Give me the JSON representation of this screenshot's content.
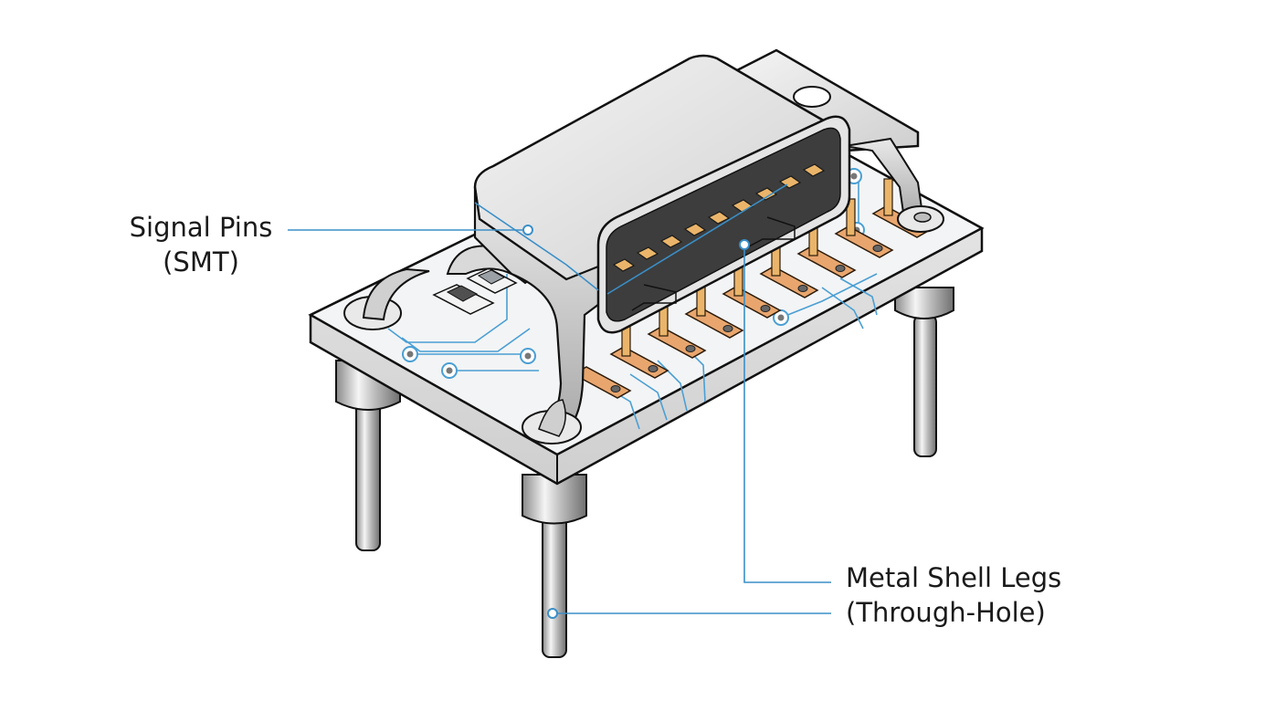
{
  "diagram": {
    "subject": "Board-mount connector with metal shell on PCB",
    "callouts": [
      {
        "id": "signal-pins",
        "line1": "Signal Pins",
        "line2": "(SMT)"
      },
      {
        "id": "metal-shell-legs",
        "line1": "Metal Shell Legs",
        "line2": "(Through-Hole)"
      }
    ],
    "colors": {
      "leader_line": "#3a8fc8",
      "trace": "#4a9fd4",
      "copper_pad": "#e8a66e",
      "pin_gold": "#eab56a",
      "shell_metal": "#d9d9d9",
      "cavity": "#3a3a3a",
      "board": "#f2f2f2",
      "outline": "#111111"
    },
    "signal_pin_count": 9
  }
}
